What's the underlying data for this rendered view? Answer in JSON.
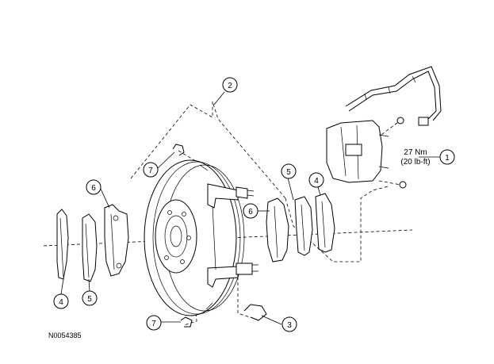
{
  "figure_id": "N0054385",
  "torque": {
    "metric": "27 Nm",
    "imperial": "(20 lb-ft)"
  },
  "callouts": [
    {
      "id": "c1",
      "label": "1"
    },
    {
      "id": "c2",
      "label": "2"
    },
    {
      "id": "c3",
      "label": "3"
    },
    {
      "id": "c4a",
      "label": "4"
    },
    {
      "id": "c4b",
      "label": "4"
    },
    {
      "id": "c5a",
      "label": "5"
    },
    {
      "id": "c5b",
      "label": "5"
    },
    {
      "id": "c6a",
      "label": "6"
    },
    {
      "id": "c6b",
      "label": "6"
    },
    {
      "id": "c7a",
      "label": "7"
    },
    {
      "id": "c7b",
      "label": "7"
    }
  ]
}
